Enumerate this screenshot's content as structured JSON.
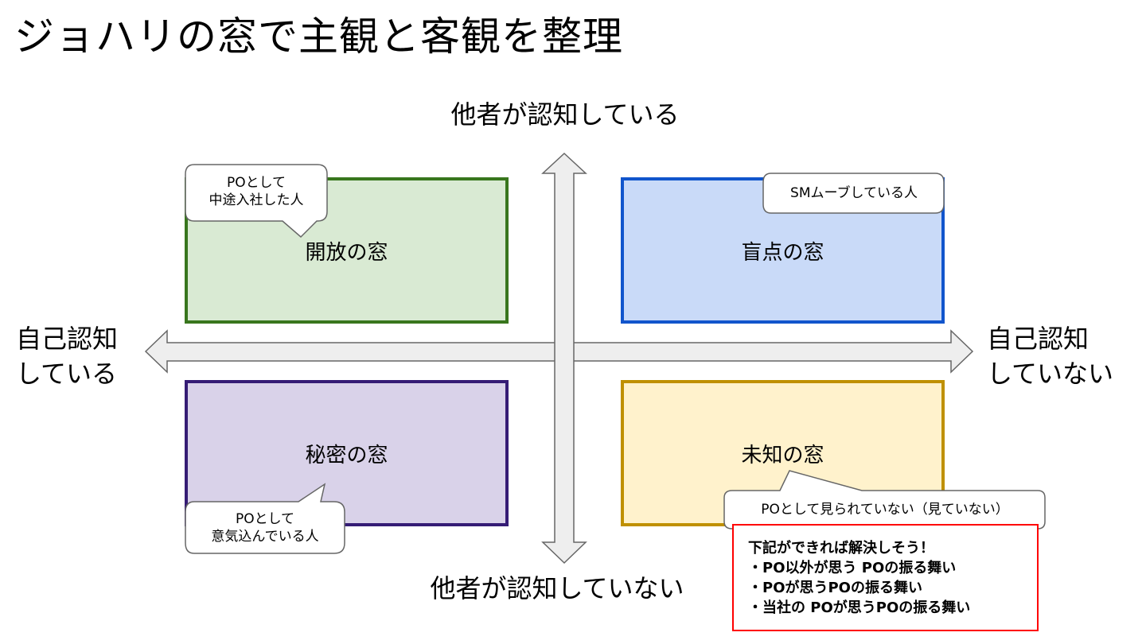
{
  "title": "ジョハリの窓で主観と客観を整理",
  "axes": {
    "top": "他者が認知している",
    "bottom": "他者が認知していない",
    "left_line1": "自己認知",
    "left_line2": "している",
    "right_line1": "自己認知",
    "right_line2": "していない"
  },
  "quadrants": {
    "open": {
      "label": "開放の窓",
      "fill": "#d9ead3",
      "border": "#38761d"
    },
    "blind": {
      "label": "盲点の窓",
      "fill": "#c9daf8",
      "border": "#1155cc"
    },
    "hidden": {
      "label": "秘密の窓",
      "fill": "#d9d2e9",
      "border": "#351c75"
    },
    "unknown": {
      "label": "未知の窓",
      "fill": "#fff2cc",
      "border": "#bf9000"
    }
  },
  "callouts": {
    "open": {
      "line1": "POとして",
      "line2": "中途入社した人"
    },
    "blind": {
      "line1": "SMムーブしている人"
    },
    "hidden": {
      "line1": "POとして",
      "line2": "意気込んでいる人"
    },
    "unknown": {
      "line1": "POとして見られていない（見ていない）"
    }
  },
  "action_box": {
    "heading": "下記ができれば解決しそう！",
    "items": [
      "・PO以外が思う POの振る舞い",
      "・POが思うPOの振る舞い",
      "・当社の POが思うPOの振る舞い"
    ],
    "border_color": "#ff0000"
  },
  "arrow_color": {
    "fill": "#eeeeee",
    "stroke": "#666666"
  }
}
